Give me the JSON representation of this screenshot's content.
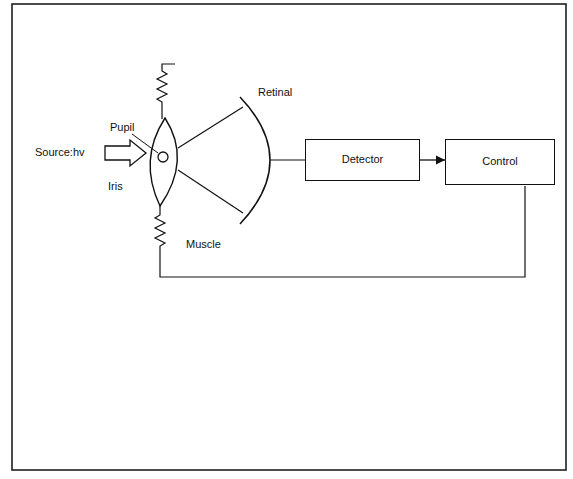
{
  "diagram": {
    "nodes": [
      {
        "text": [
          "Detector"
        ]
      },
      {
        "text": [
          "Control"
        ]
      }
    ],
    "edges": [
      {
        "from": 0,
        "to": 1,
        "arrow": "to"
      }
    ],
    "labels": [
      "Source:hv",
      "Pupil",
      "Retinal",
      "Iris",
      "Muscle"
    ]
  }
}
